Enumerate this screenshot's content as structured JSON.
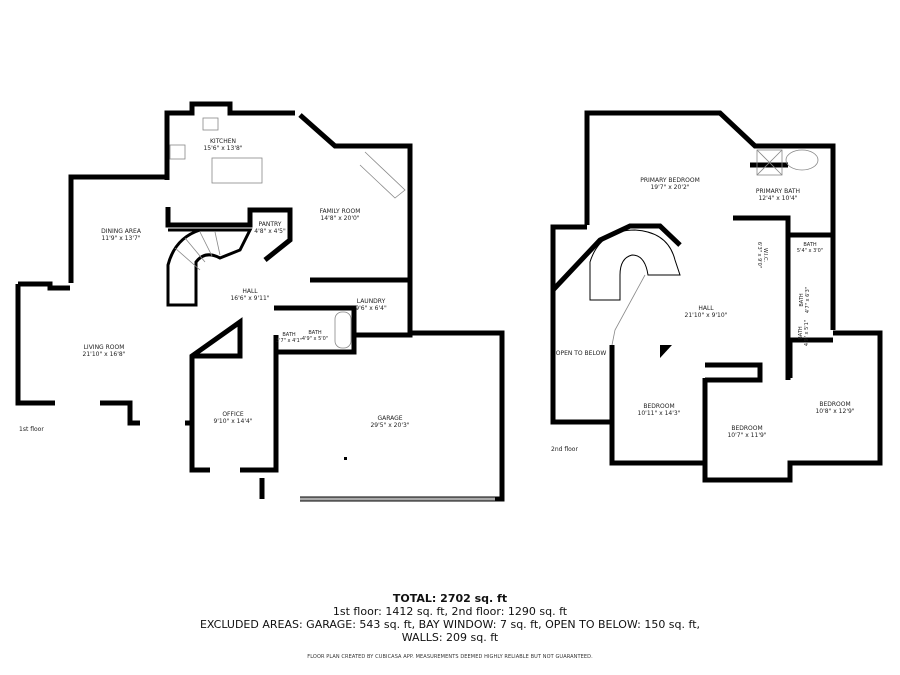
{
  "floors": [
    {
      "label": "1st floor",
      "rooms": [
        {
          "name": "KITCHEN",
          "dims": "15'6\" x 13'8\""
        },
        {
          "name": "DINING AREA",
          "dims": "11'9\" x 13'7\""
        },
        {
          "name": "PANTRY",
          "dims": "4'8\" x 4'5\""
        },
        {
          "name": "FAMILY ROOM",
          "dims": "14'8\" x 20'0\""
        },
        {
          "name": "HALL",
          "dims": "16'6\" x 9'11\""
        },
        {
          "name": "LAUNDRY",
          "dims": "9'6\" x 6'4\""
        },
        {
          "name": "BATH",
          "dims": "3'7\" x 4'1\""
        },
        {
          "name": "BATH",
          "dims": "4'9\" x 5'0\""
        },
        {
          "name": "LIVING ROOM",
          "dims": "21'10\" x 16'8\""
        },
        {
          "name": "OFFICE",
          "dims": "9'10\" x 14'4\""
        },
        {
          "name": "GARAGE",
          "dims": "29'5\" x 20'3\""
        }
      ]
    },
    {
      "label": "2nd floor",
      "rooms": [
        {
          "name": "PRIMARY BEDROOM",
          "dims": "19'7\" x 20'2\""
        },
        {
          "name": "PRIMARY BATH",
          "dims": "12'4\" x 10'4\""
        },
        {
          "name": "W.I.C.",
          "dims": "6'3\" x 9'0\""
        },
        {
          "name": "BATH",
          "dims": "5'4\" x 3'0\""
        },
        {
          "name": "BATH",
          "dims": "4'7\" x 6'3\""
        },
        {
          "name": "BATH",
          "dims": "4'9\" x 5'1\""
        },
        {
          "name": "HALL",
          "dims": "21'10\" x 9'10\""
        },
        {
          "name": "OPEN TO BELOW",
          "dims": ""
        },
        {
          "name": "BEDROOM",
          "dims": "10'11\" x 14'3\""
        },
        {
          "name": "BEDROOM",
          "dims": "10'7\" x 11'9\""
        },
        {
          "name": "BEDROOM",
          "dims": "10'8\" x 12'9\""
        }
      ]
    }
  ],
  "summary": {
    "total": "TOTAL: 2702 sq. ft",
    "floors": "1st floor: 1412 sq. ft, 2nd floor: 1290 sq. ft",
    "excluded": "EXCLUDED AREAS: GARAGE: 543 sq. ft, BAY WINDOW: 7 sq. ft, OPEN TO BELOW: 150 sq. ft,",
    "walls": "WALLS: 209 sq. ft",
    "disclaimer": "FLOOR PLAN CREATED BY CUBICASA APP. MEASUREMENTS DEEMED HIGHLY RELIABLE BUT NOT GUARANTEED."
  }
}
